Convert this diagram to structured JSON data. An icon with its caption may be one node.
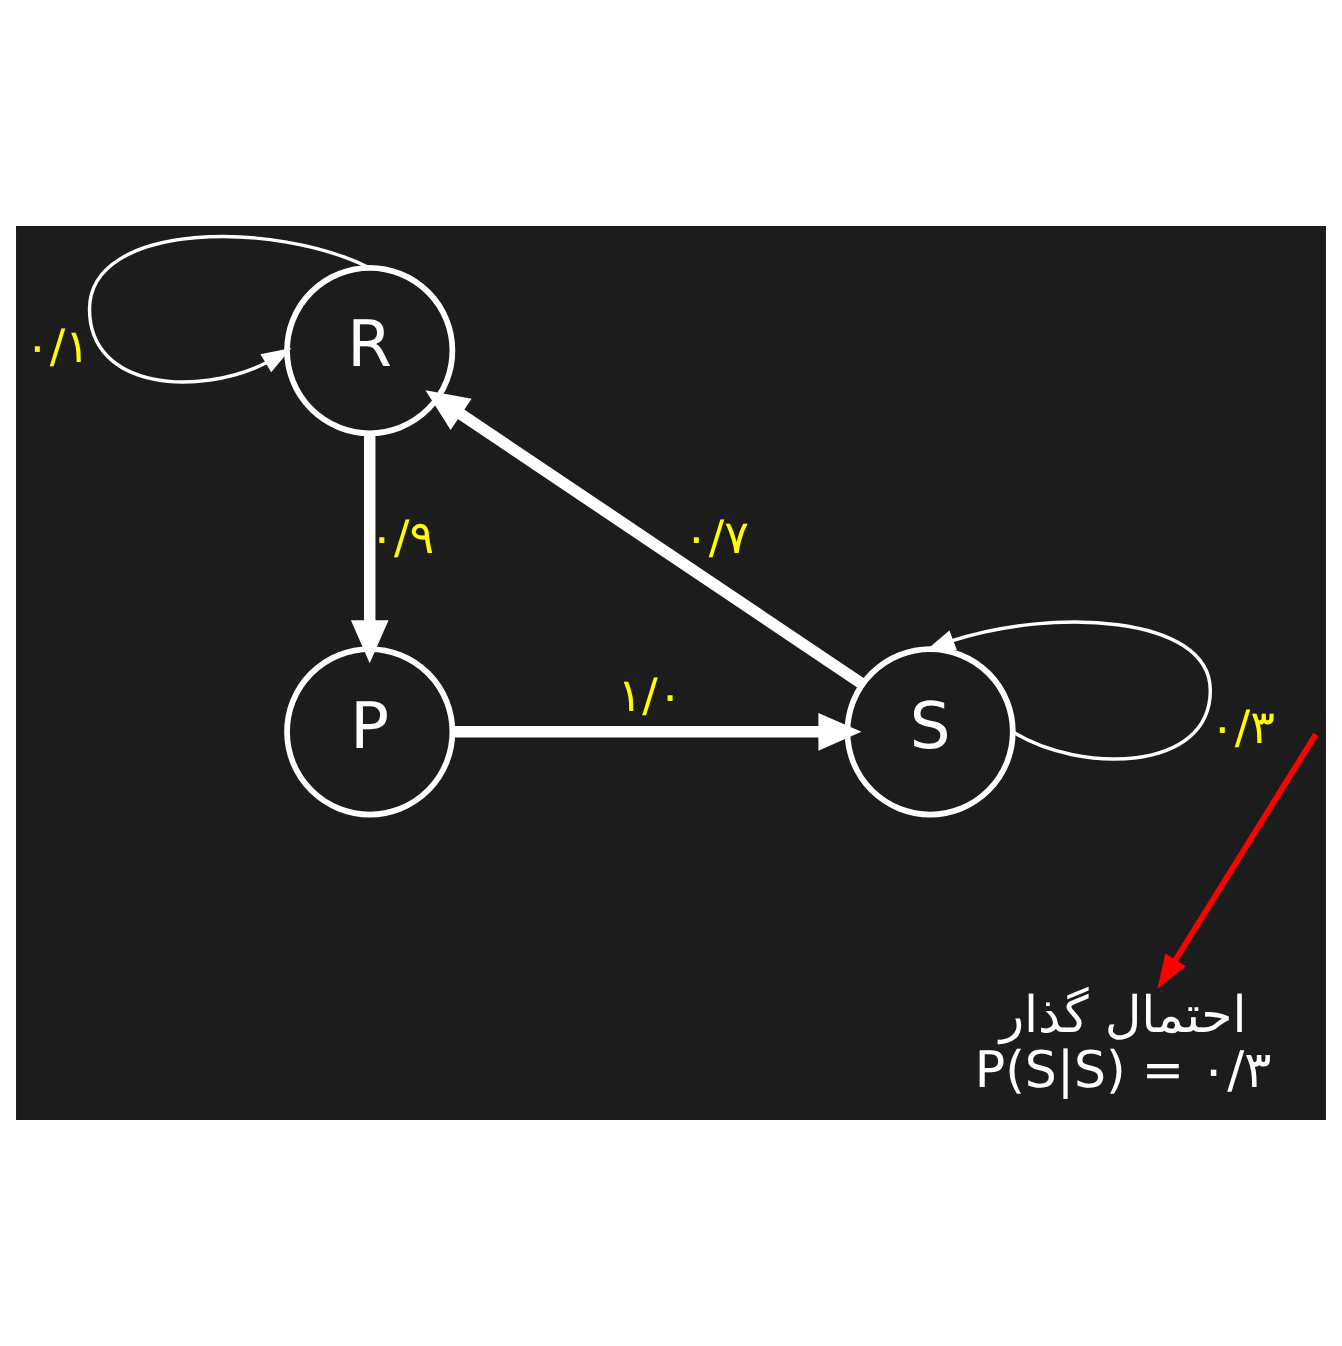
{
  "diagram": {
    "nodes": [
      {
        "text": [
          "R"
        ]
      },
      {
        "text": [
          "P"
        ]
      },
      {
        "text": [
          "S"
        ]
      },
      {
        "text": [
          "احتمال گذار",
          "P(S|S) = ۰/۳"
        ]
      }
    ],
    "edges": [
      {
        "from": 0,
        "to": 0,
        "arrow": "to",
        "label": "۰/۱"
      },
      {
        "from": 0,
        "to": 1,
        "arrow": "to",
        "label": "۰/۹",
        "style": "thick"
      },
      {
        "from": 1,
        "to": 2,
        "arrow": "to",
        "label": "۱/۰",
        "style": "thick"
      },
      {
        "from": 2,
        "to": 2,
        "arrow": "to",
        "label": "۰/۳"
      },
      {
        "from": 2,
        "to": 0,
        "arrow": "to",
        "label": "۰/۷",
        "style": "thick"
      },
      {
        "from": null,
        "to": 3,
        "arrow": "to",
        "color": "#ff0000"
      }
    ]
  }
}
